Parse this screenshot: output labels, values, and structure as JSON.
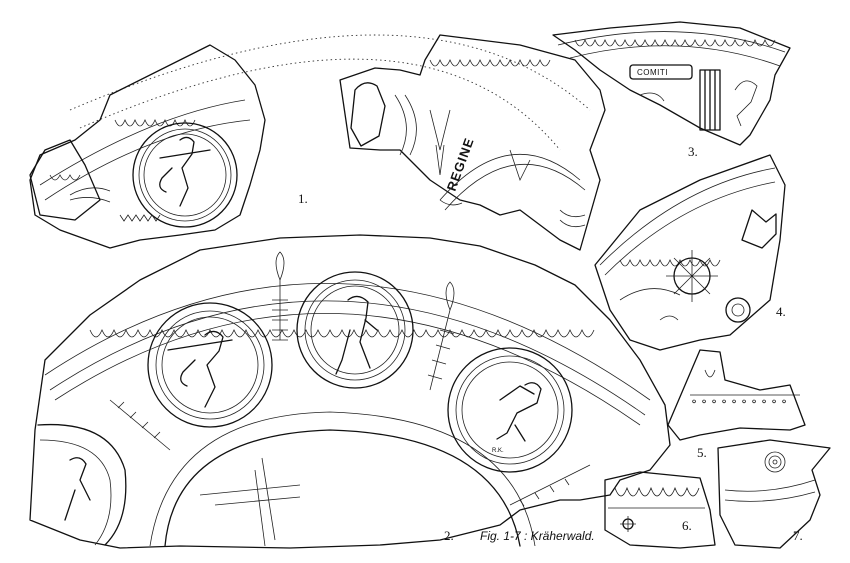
{
  "figure": {
    "caption": "Fig. 1-7 : Kräherwald.",
    "fragments": [
      {
        "number": "1."
      },
      {
        "number": "2."
      },
      {
        "number": "3."
      },
      {
        "number": "4."
      },
      {
        "number": "5."
      },
      {
        "number": "6."
      },
      {
        "number": "7."
      }
    ],
    "stamps": {
      "fragment3": "COMITI",
      "fragment1": "REGINE"
    },
    "initials": "R.K."
  }
}
